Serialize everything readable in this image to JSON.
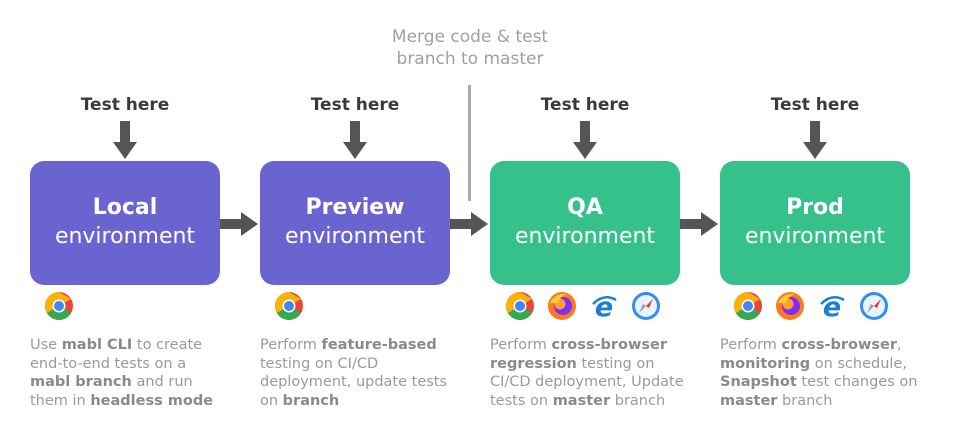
{
  "merge_note": {
    "line1": "Merge code & test",
    "line2": "branch to master"
  },
  "stages": [
    {
      "test_label": "Test here",
      "title": "Local",
      "subtitle": "environment",
      "color": "#6a64d0",
      "icons": [
        "chrome-icon"
      ],
      "desc": [
        {
          "t": "Use ",
          "b": false
        },
        {
          "t": "mabl CLI",
          "b": true
        },
        {
          "t": " to create end-to-end tests on a ",
          "b": false
        },
        {
          "t": "mabl branch",
          "b": true
        },
        {
          "t": " and run them in ",
          "b": false
        },
        {
          "t": "headless mode",
          "b": true
        }
      ]
    },
    {
      "test_label": "Test here",
      "title": "Preview",
      "subtitle": "environment",
      "color": "#6a64d0",
      "icons": [
        "chrome-icon"
      ],
      "desc": [
        {
          "t": "Perform ",
          "b": false
        },
        {
          "t": "feature-based",
          "b": true
        },
        {
          "t": " testing on CI/CD deployment, update tests on ",
          "b": false
        },
        {
          "t": "branch",
          "b": true
        }
      ]
    },
    {
      "test_label": "Test here",
      "title": "QA",
      "subtitle": "environment",
      "color": "#35c08c",
      "icons": [
        "chrome-icon",
        "firefox-icon",
        "edge-icon",
        "safari-icon"
      ],
      "desc": [
        {
          "t": "Perform ",
          "b": false
        },
        {
          "t": "cross-browser regression",
          "b": true
        },
        {
          "t": " testing on CI/CD deployment, Update tests on ",
          "b": false
        },
        {
          "t": "master",
          "b": true
        },
        {
          "t": " branch",
          "b": false
        }
      ]
    },
    {
      "test_label": "Test here",
      "title": "Prod",
      "subtitle": "environment",
      "color": "#35c08c",
      "icons": [
        "chrome-icon",
        "firefox-icon",
        "edge-icon",
        "safari-icon"
      ],
      "desc": [
        {
          "t": "Perform ",
          "b": false
        },
        {
          "t": "cross-browser",
          "b": true
        },
        {
          "t": ", ",
          "b": false
        },
        {
          "t": "monitoring",
          "b": true
        },
        {
          "t": " on schedule, ",
          "b": false
        },
        {
          "t": "Snapshot",
          "b": true
        },
        {
          "t": " test changes on ",
          "b": false
        },
        {
          "t": "master",
          "b": true
        },
        {
          "t": " branch",
          "b": false
        }
      ]
    }
  ]
}
